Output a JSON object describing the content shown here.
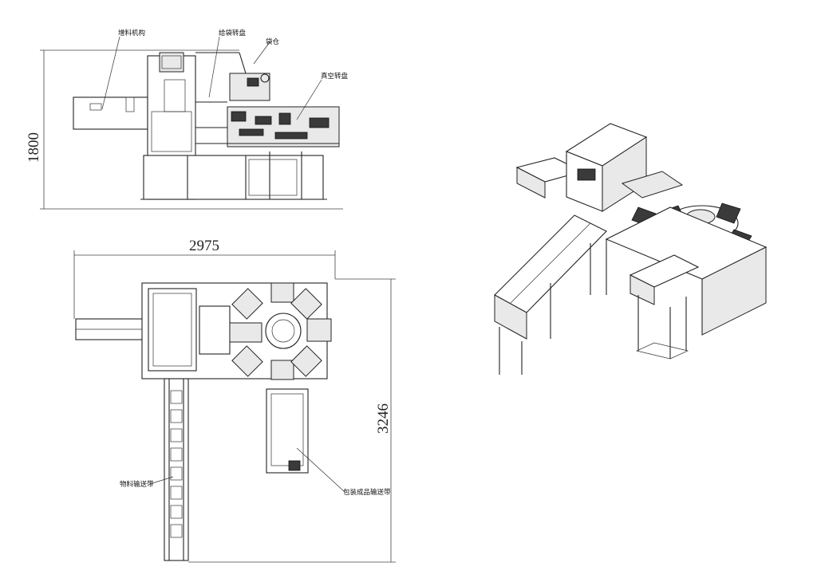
{
  "dimensions": {
    "height_side": "1800",
    "width_top": "2975",
    "depth_top": "3246"
  },
  "labels": {
    "feeding_mechanism": "增料机构",
    "bag_pickup_turntable": "给袋转盘",
    "bag_magazine": "袋仓",
    "vacuum_turntable": "真空转盘",
    "material_conveyor": "物料输送带",
    "finished_conveyor": "包装成品输送带"
  }
}
